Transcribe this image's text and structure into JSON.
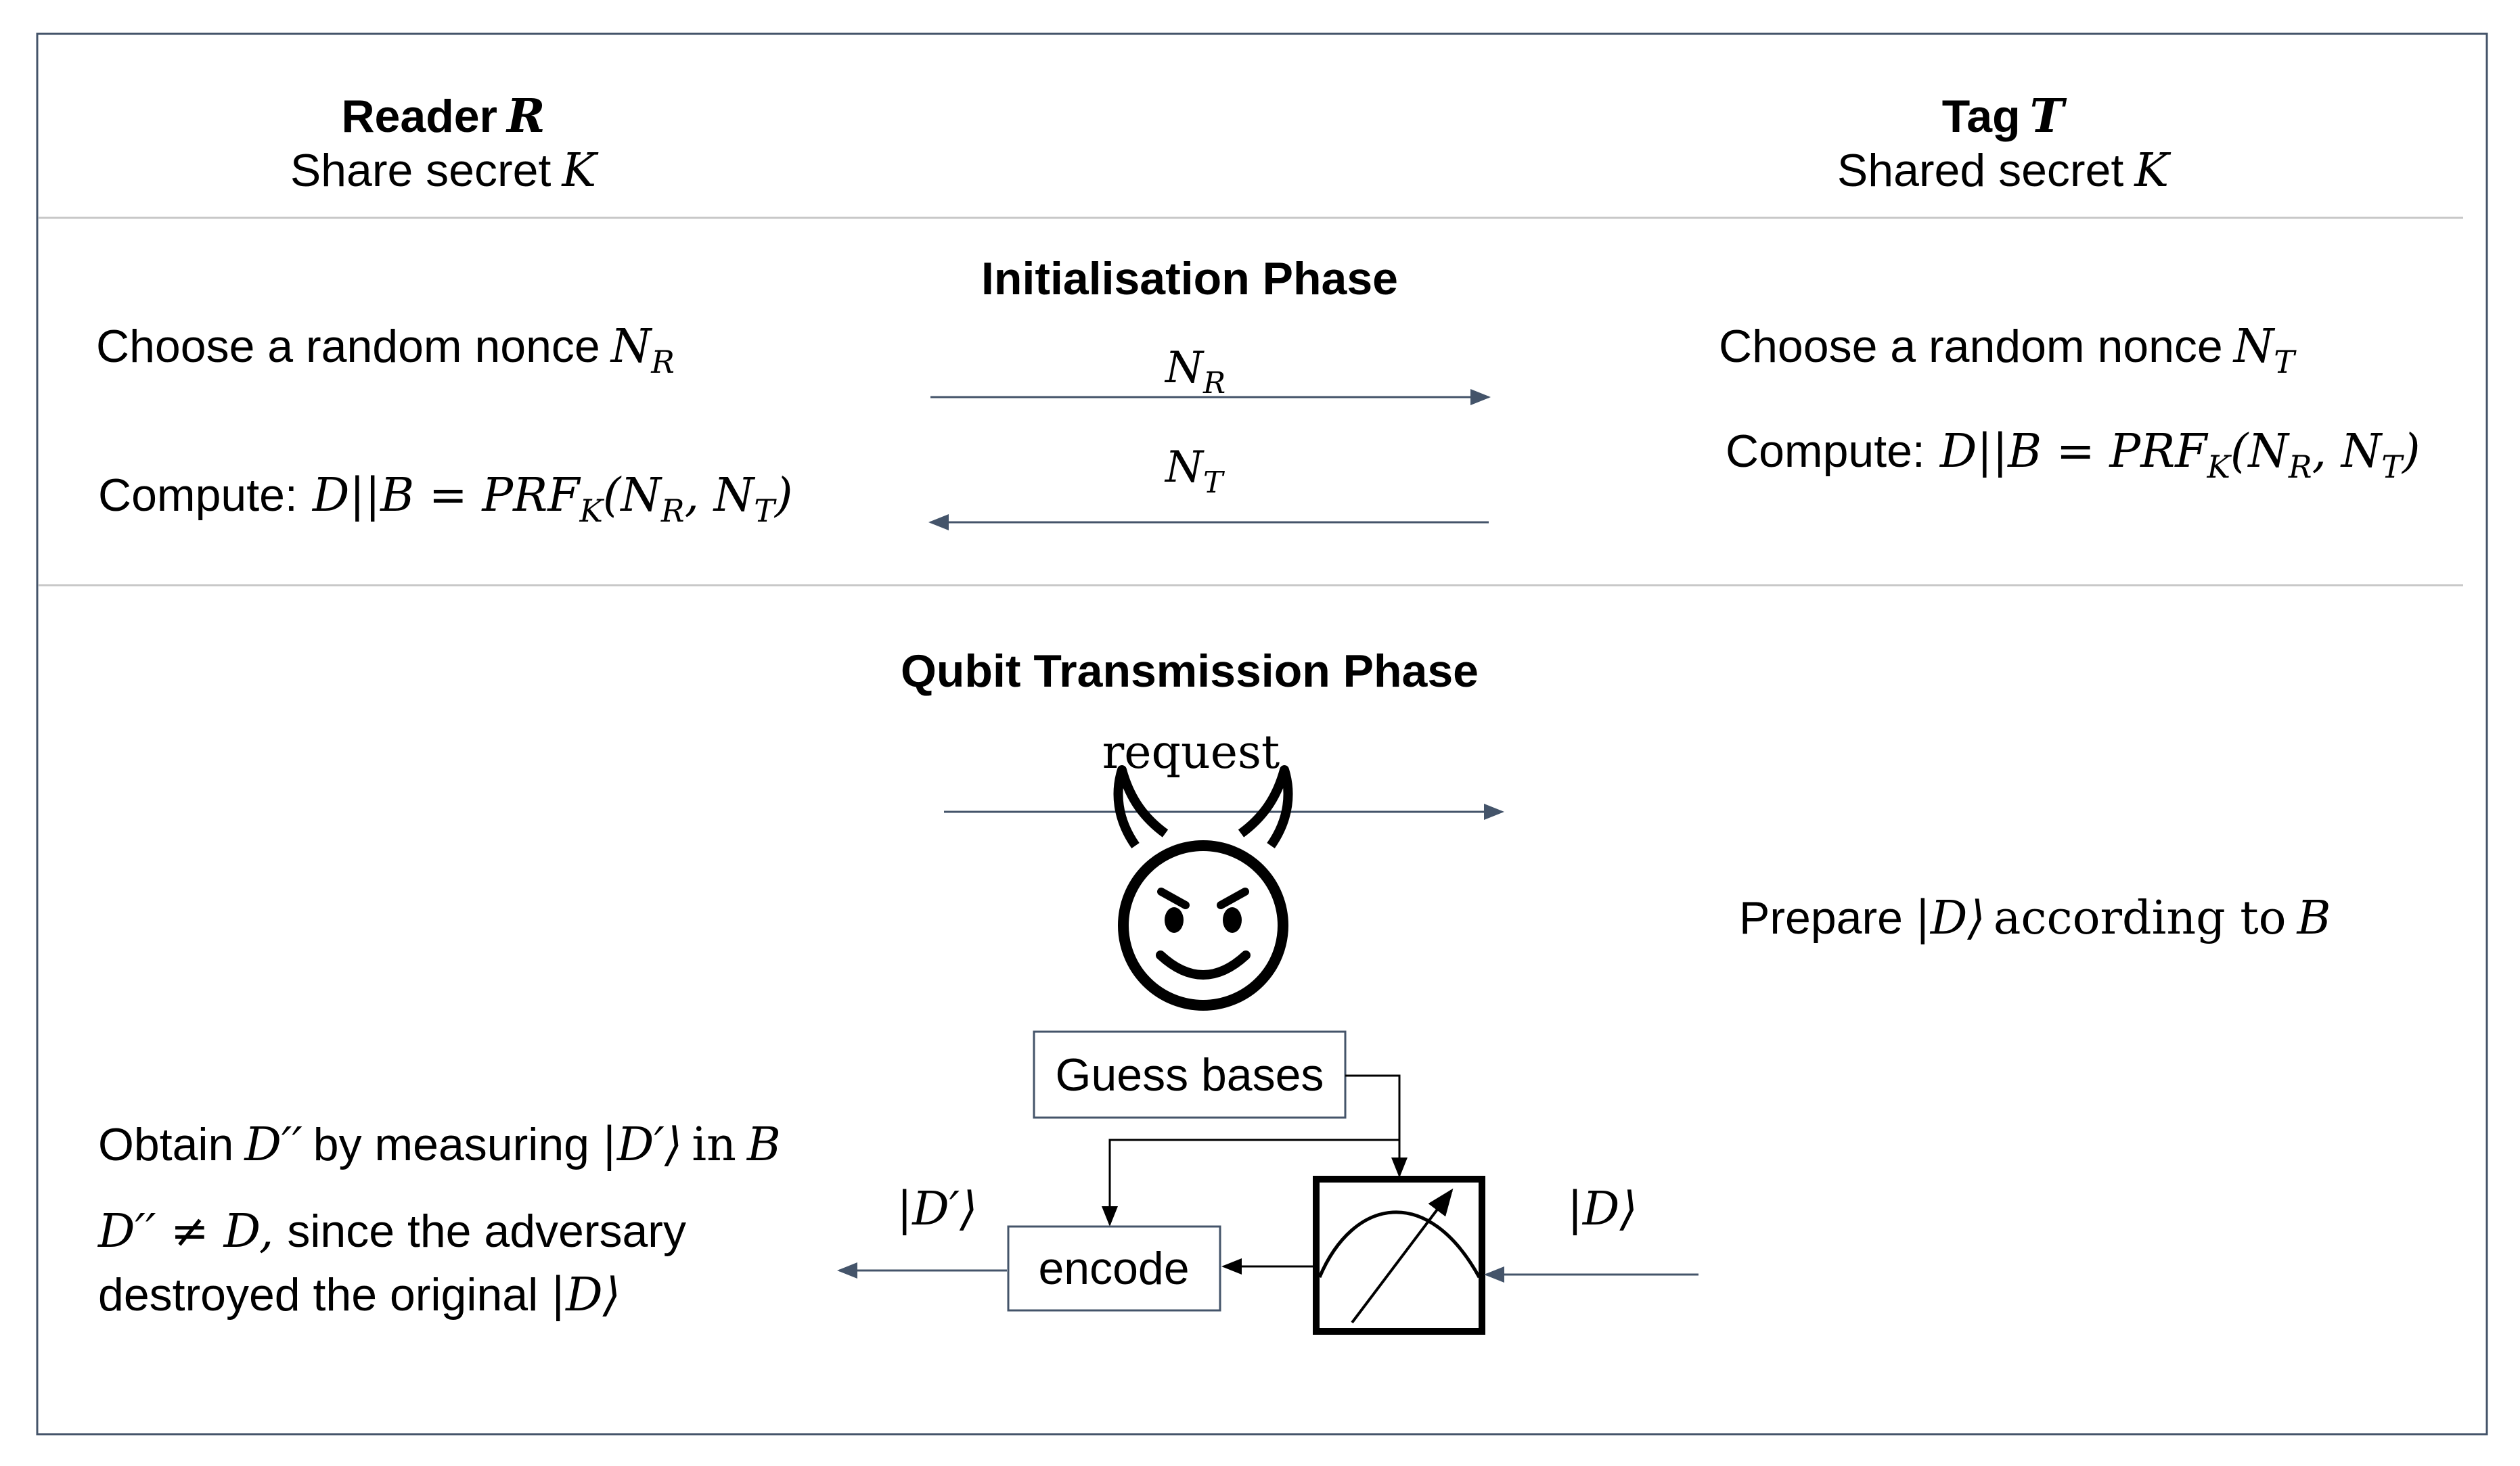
{
  "reader": {
    "title": "Reader",
    "title_var": "R",
    "secret_label": "Share secret",
    "secret_var": "K"
  },
  "tag": {
    "title": "Tag",
    "title_var": "T",
    "secret_label": "Shared secret",
    "secret_var": "K"
  },
  "init_phase": {
    "title": "Initialisation Phase",
    "reader_nonce_text": "Choose a random nonce",
    "reader_nonce_var": "N",
    "reader_nonce_sub": "R",
    "tag_nonce_text": "Choose a random nonce",
    "tag_nonce_var": "N",
    "tag_nonce_sub": "T",
    "arrow_right_var": "N",
    "arrow_right_sub": "R",
    "arrow_left_var": "N",
    "arrow_left_sub": "T",
    "compute_label": "Compute:",
    "compute_lhs": "D||B = PRF",
    "compute_sub_k": "K",
    "compute_open": "(N",
    "compute_sub_r": "R",
    "compute_mid": ", N",
    "compute_sub_t": "T",
    "compute_close": ")"
  },
  "qubit_phase": {
    "title": "Qubit Transmission Phase",
    "request_label": "request",
    "prepare_text": "Prepare",
    "prepare_ket": "|D⟩",
    "prepare_tail": "according to",
    "prepare_var": "B",
    "guess_bases_label": "Guess bases",
    "encode_label": "encode",
    "ket_d_prime": "|D′⟩",
    "ket_d": "|D⟩",
    "obtain_text_1": "Obtain",
    "obtain_var": "D′′",
    "obtain_text_2": "by measuring",
    "obtain_ket": "|D′⟩",
    "obtain_in": "in",
    "obtain_basis": "B",
    "neq_math": "D′′ ≠ D,",
    "neq_text": "since the adversary",
    "destroyed_text": "destroyed the original",
    "destroyed_ket": "|D⟩"
  },
  "colors": {
    "frame": "#44546a",
    "divider": "#c8c8c8",
    "arrow": "#44546a",
    "text": "#000000",
    "box_border": "#44546a"
  },
  "icons": {
    "adversary": "devil-face-icon",
    "measurement": "measurement-device-icon"
  }
}
